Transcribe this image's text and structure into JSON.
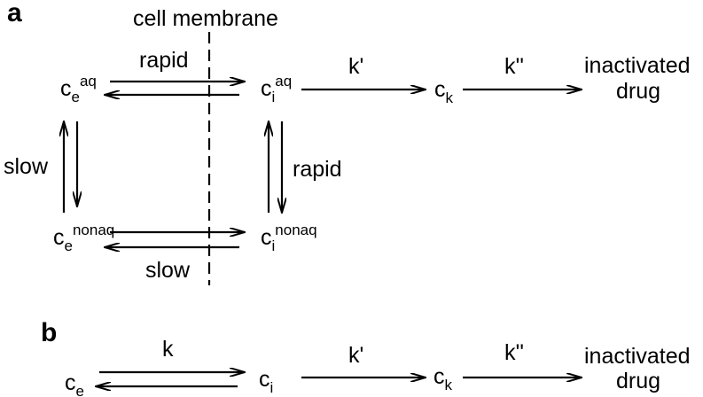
{
  "panels": {
    "a": "a",
    "b": "b"
  },
  "membrane_label": "cell membrane",
  "nodes": {
    "ce_aq": {
      "base": "c",
      "sub": "e",
      "sup": "aq"
    },
    "ci_aq": {
      "base": "c",
      "sub": "i",
      "sup": "aq"
    },
    "ck_a": {
      "base": "c",
      "sub": "k"
    },
    "ce_nonaq": {
      "base": "c",
      "sub": "e",
      "sup": "nonaq"
    },
    "ci_nonaq": {
      "base": "c",
      "sub": "i",
      "sup": "nonaq"
    },
    "ce": {
      "base": "c",
      "sub": "e"
    },
    "ci": {
      "base": "c",
      "sub": "i"
    },
    "ck_b": {
      "base": "c",
      "sub": "k"
    }
  },
  "inactivated": {
    "line1": "inactivated",
    "line2": "drug"
  },
  "rates": {
    "rapid_top": "rapid",
    "rapid_right": "rapid",
    "slow_left": "slow",
    "slow_bottom": "slow",
    "k": "k",
    "kprime_a": "k'",
    "kdprime_a": "k''",
    "kprime_b": "k'",
    "kdprime_b": "k''"
  }
}
